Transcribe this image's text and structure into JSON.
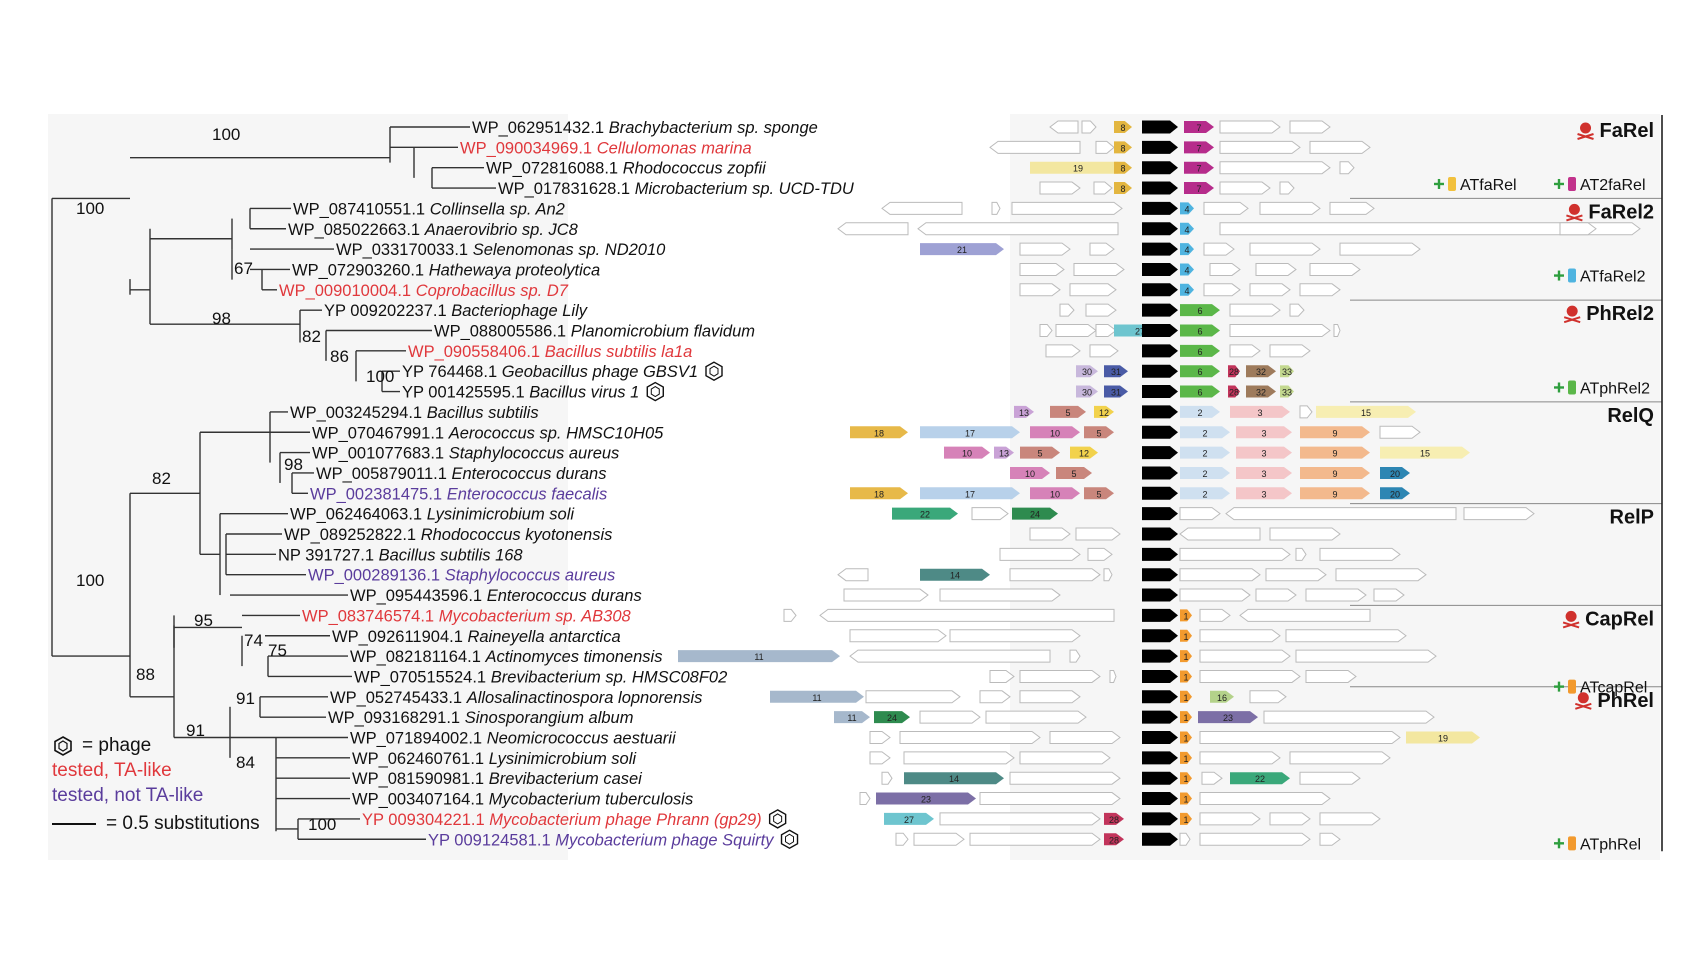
{
  "colors": {
    "tested_ta": "#e0383c",
    "tested_not_ta": "#5a3c9c",
    "untested": "#111111",
    "toxin": "#000000",
    "branch": "#333333",
    "skull": "#d0312d",
    "plus": "#2e9e3e",
    "gene_outline": "#bbbbbb"
  },
  "legend": {
    "phage": "= phage",
    "tested_ta": "tested, TA-like",
    "tested_not_ta": "tested, not TA-like",
    "scale": "= 0.5 substitutions"
  },
  "taxa": [
    {
      "acc": "WP_062951432.1",
      "species": "Brachybacterium sp. sponge",
      "status": "untested",
      "phage": false
    },
    {
      "acc": "WP_090034969.1",
      "species": "Cellulomonas marina",
      "status": "tested_ta",
      "phage": false
    },
    {
      "acc": "WP_072816088.1",
      "species": "Rhodococcus zopfii",
      "status": "untested",
      "phage": false
    },
    {
      "acc": "WP_017831628.1",
      "species": "Microbacterium sp. UCD-TDU",
      "status": "untested",
      "phage": false
    },
    {
      "acc": "WP_087410551.1",
      "species": "Collinsella sp. An2",
      "status": "untested",
      "phage": false
    },
    {
      "acc": "WP_085022663.1",
      "species": "Anaerovibrio sp. JC8",
      "status": "untested",
      "phage": false
    },
    {
      "acc": "WP_033170033.1",
      "species": "Selenomonas sp. ND2010",
      "status": "untested",
      "phage": false
    },
    {
      "acc": "WP_072903260.1",
      "species": "Hathewaya proteolytica",
      "status": "untested",
      "phage": false
    },
    {
      "acc": "WP_009010004.1",
      "species": "Coprobacillus sp. D7",
      "status": "tested_ta",
      "phage": false
    },
    {
      "acc": "YP 009202237.1",
      "species": "Bacteriophage Lily",
      "status": "untested",
      "phage": false
    },
    {
      "acc": "WP_088005586.1",
      "species": "Planomicrobium flavidum",
      "status": "untested",
      "phage": false
    },
    {
      "acc": "WP_090558406.1",
      "species": "Bacillus subtilis la1a",
      "status": "tested_ta",
      "phage": false
    },
    {
      "acc": "YP 764468.1",
      "species": "Geobacillus phage GBSV1",
      "status": "untested",
      "phage": true
    },
    {
      "acc": "YP 001425595.1",
      "species": "Bacillus virus 1",
      "status": "untested",
      "phage": true
    },
    {
      "acc": "WP_003245294.1",
      "species": "Bacillus subtilis",
      "status": "untested",
      "phage": false
    },
    {
      "acc": "WP_070467991.1",
      "species": "Aerococcus sp. HMSC10H05",
      "status": "untested",
      "phage": false
    },
    {
      "acc": "WP_001077683.1",
      "species": "Staphylococcus aureus",
      "status": "untested",
      "phage": false
    },
    {
      "acc": "WP_005879011.1",
      "species": "Enterococcus durans",
      "status": "untested",
      "phage": false
    },
    {
      "acc": "WP_002381475.1",
      "species": "Enterococcus faecalis",
      "status": "tested_not_ta",
      "phage": false
    },
    {
      "acc": "WP_062464063.1",
      "species": "Lysinimicrobium soli",
      "status": "untested",
      "phage": false
    },
    {
      "acc": "WP_089252822.1",
      "species": "Rhodococcus kyotonensis",
      "status": "untested",
      "phage": false
    },
    {
      "acc": "NP 391727.1",
      "species": "Bacillus subtilis 168",
      "status": "untested",
      "phage": false
    },
    {
      "acc": "WP_000289136.1",
      "species": "Staphylococcus aureus",
      "status": "tested_not_ta",
      "phage": false
    },
    {
      "acc": "WP_095443596.1",
      "species": "Enterococcus durans",
      "status": "untested",
      "phage": false
    },
    {
      "acc": "WP_083746574.1",
      "species": "Mycobacterium sp. AB308",
      "status": "tested_ta",
      "phage": false
    },
    {
      "acc": "WP_092611904.1",
      "species": "Raineyella antarctica",
      "status": "untested",
      "phage": false
    },
    {
      "acc": "WP_082181164.1",
      "species": "Actinomyces timonensis",
      "status": "untested",
      "phage": false
    },
    {
      "acc": "WP_070515524.1",
      "species": "Brevibacterium sp. HMSC08F02",
      "status": "untested",
      "phage": false
    },
    {
      "acc": "WP_052745433.1",
      "species": "Allosalinactinospora lopnorensis",
      "status": "untested",
      "phage": false
    },
    {
      "acc": "WP_093168291.1",
      "species": "Sinosporangium album",
      "status": "untested",
      "phage": false
    },
    {
      "acc": "WP_071894002.1",
      "species": "Neomicrococcus aestuarii",
      "status": "untested",
      "phage": false
    },
    {
      "acc": "WP_062460761.1",
      "species": "Lysinimicrobium soli",
      "status": "untested",
      "phage": false
    },
    {
      "acc": "WP_081590981.1",
      "species": "Brevibacterium casei",
      "status": "untested",
      "phage": false
    },
    {
      "acc": "WP_003407164.1",
      "species": "Mycobacterium tuberculosis",
      "status": "untested",
      "phage": false
    },
    {
      "acc": "YP 009304221.1",
      "species": "Mycobacterium phage Phrann (gp29)",
      "status": "tested_ta",
      "phage": true
    },
    {
      "acc": "YP 009124581.1",
      "species": "Mycobacterium phage Squirty",
      "status": "tested_not_ta",
      "phage": true
    }
  ],
  "bootstrap": [
    "100",
    "100",
    "67",
    "98",
    "82",
    "86",
    "100",
    "82",
    "98",
    "100",
    "95",
    "74",
    "75",
    "88",
    "91",
    "91",
    "84",
    "100"
  ],
  "families": [
    {
      "name": "FaRel",
      "toxic": true
    },
    {
      "name": "FaRel2",
      "toxic": true
    },
    {
      "name": "PhRel2",
      "toxic": true
    },
    {
      "name": "RelQ",
      "toxic": false
    },
    {
      "name": "RelP",
      "toxic": false
    },
    {
      "name": "CapRel",
      "toxic": true
    },
    {
      "name": "PhRel",
      "toxic": true
    }
  ],
  "antitoxins": [
    {
      "label": "ATfaRel",
      "color": "#f2c13d"
    },
    {
      "label": "AT2faRel",
      "color": "#c2338c"
    },
    {
      "label": "ATfaRel2",
      "color": "#4fb4e0"
    },
    {
      "label": "ATphRel2",
      "color": "#5bb749"
    },
    {
      "label": "ATcapRel",
      "color": "#f29a2e"
    },
    {
      "label": "ATphRel",
      "color": "#f29a2e"
    }
  ],
  "gene_colors": {
    "1": "#f29a2e",
    "2": "#cfe0f0",
    "3": "#f4c6c8",
    "4": "#4fb4e0",
    "5": "#c9867c",
    "6": "#5bb749",
    "7": "#b62c8b",
    "8": "#e3b640",
    "9": "#f3b98d",
    "10": "#d682b8",
    "11": "#a6b8cc",
    "12": "#f2d24c",
    "13": "#c9a2d6",
    "14": "#4e8a86",
    "15": "#f7eeb2",
    "16": "#b4d28a",
    "17": "#b8d1ea",
    "18": "#e7b949",
    "19": "#f3e7a0",
    "20": "#2d86b3",
    "21": "#9ea1d4",
    "22": "#3aa87a",
    "23": "#7c6fa6",
    "24": "#2e8b4f",
    "27": "#6ec5cf",
    "28": "#c2345b",
    "29": "#a8c2d8",
    "30": "#c8b8dc",
    "31": "#4a5ba6",
    "32": "#9e7b5c",
    "33": "#c3d88f"
  }
}
